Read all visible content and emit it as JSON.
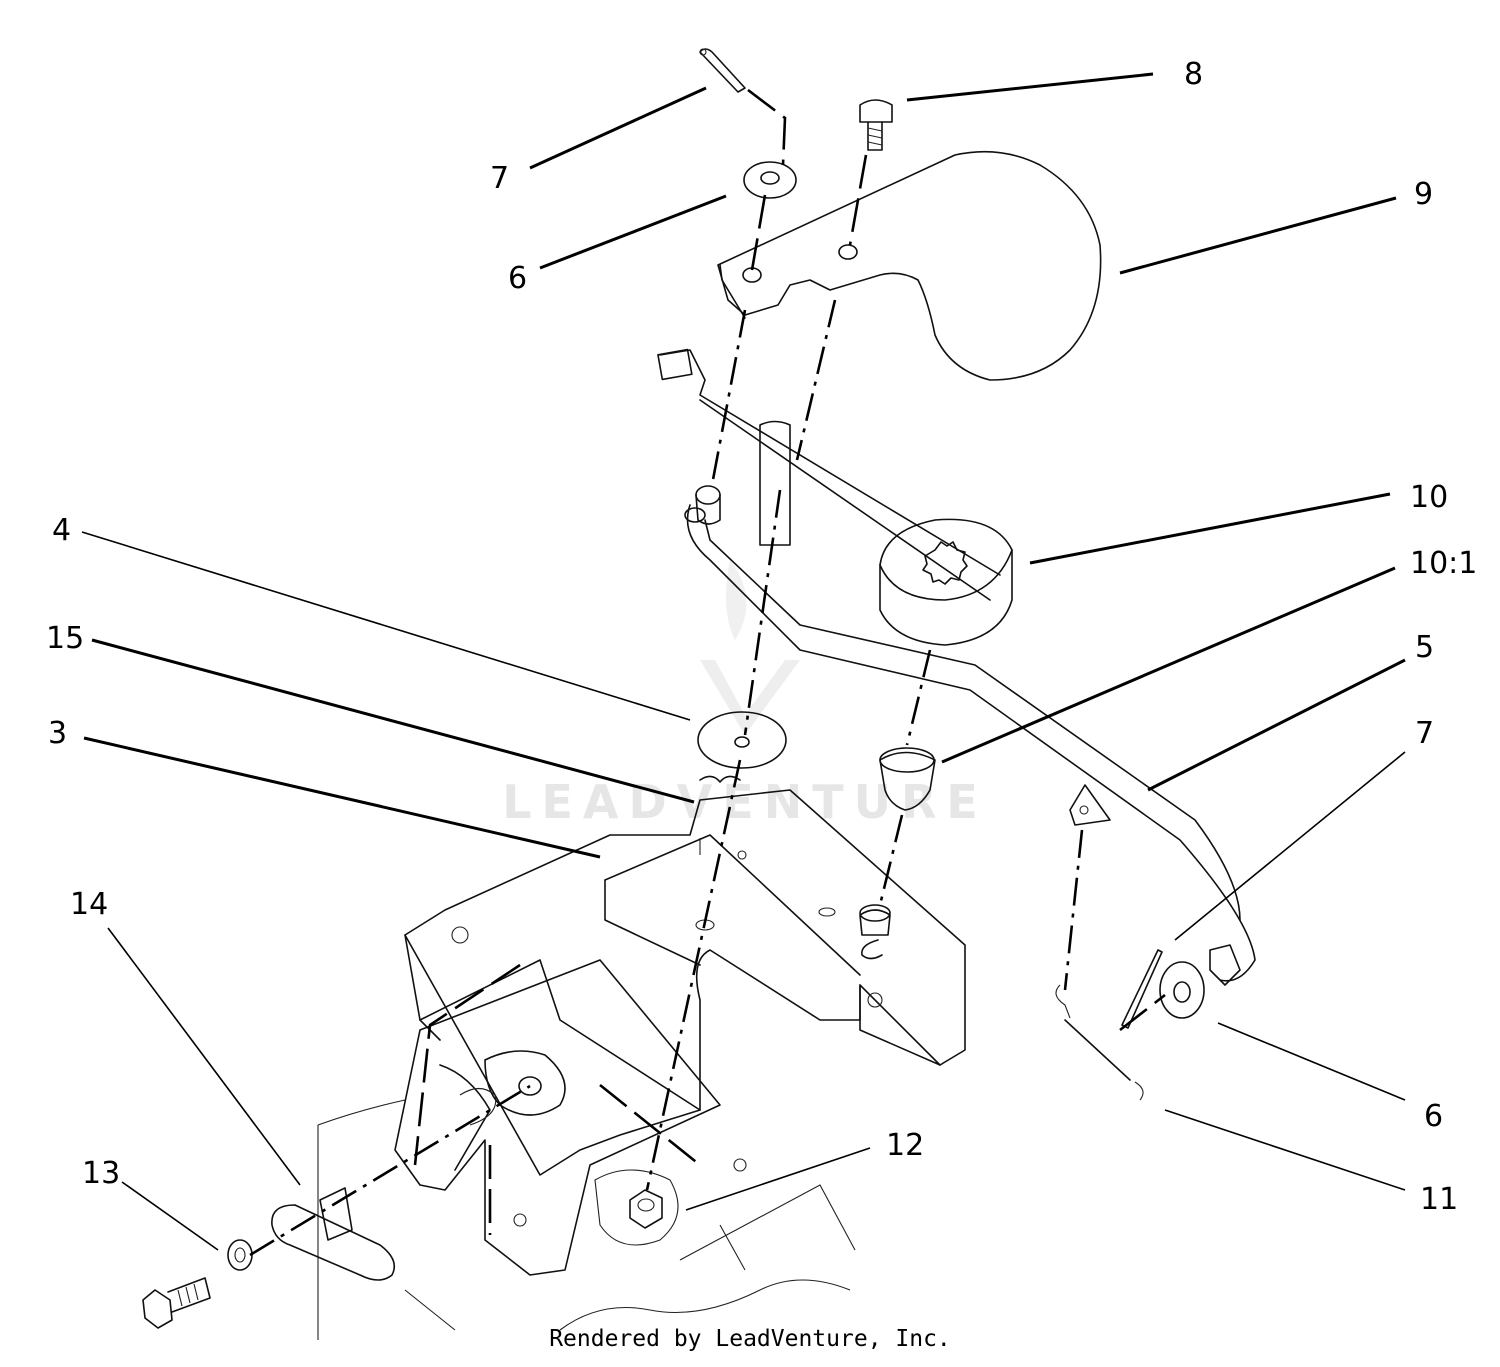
{
  "diagram": {
    "callouts": [
      {
        "id": "7-top",
        "text": "7"
      },
      {
        "id": "8",
        "text": "8"
      },
      {
        "id": "9",
        "text": "9"
      },
      {
        "id": "6-top",
        "text": "6"
      },
      {
        "id": "10",
        "text": "10"
      },
      {
        "id": "4",
        "text": "4"
      },
      {
        "id": "10-1",
        "text": "10:1"
      },
      {
        "id": "15",
        "text": "15"
      },
      {
        "id": "5",
        "text": "5"
      },
      {
        "id": "3",
        "text": "3"
      },
      {
        "id": "7-right",
        "text": "7"
      },
      {
        "id": "14",
        "text": "14"
      },
      {
        "id": "12",
        "text": "12"
      },
      {
        "id": "6-right",
        "text": "6"
      },
      {
        "id": "13",
        "text": "13"
      },
      {
        "id": "11",
        "text": "11"
      }
    ],
    "watermark": "LEADVENTURE",
    "footer": "Rendered by LeadVenture, Inc."
  }
}
